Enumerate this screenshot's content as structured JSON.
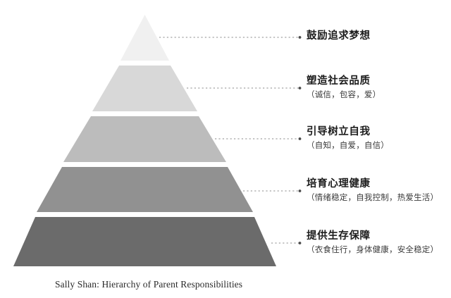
{
  "caption": "Sally Shan: Hierarchy of Parent Responsibilities",
  "diagram": {
    "type": "pyramid",
    "orientation": "apex-up",
    "levels": 5,
    "background_color": "#ffffff",
    "connector_color": "#8c8c8c",
    "tiers": [
      {
        "rank": 1,
        "position": "top",
        "title": "鼓励追求梦想",
        "subtitle": "",
        "color": "#f0f0f0"
      },
      {
        "rank": 2,
        "position": "upper-middle",
        "title": "塑造社会品质",
        "subtitle": "（诚信，包容，爱）",
        "color": "#d8d8d8"
      },
      {
        "rank": 3,
        "position": "middle",
        "title": "引导树立自我",
        "subtitle": "（自知，自爱，自信）",
        "color": "#bcbcbc"
      },
      {
        "rank": 4,
        "position": "lower-middle",
        "title": "培育心理健康",
        "subtitle": "（情绪稳定，自我控制，热爱生活）",
        "color": "#919191"
      },
      {
        "rank": 5,
        "position": "base",
        "title": "提供生存保障",
        "subtitle": "（衣食住行，身体健康，安全稳定）",
        "color": "#6b6b6b"
      }
    ]
  }
}
